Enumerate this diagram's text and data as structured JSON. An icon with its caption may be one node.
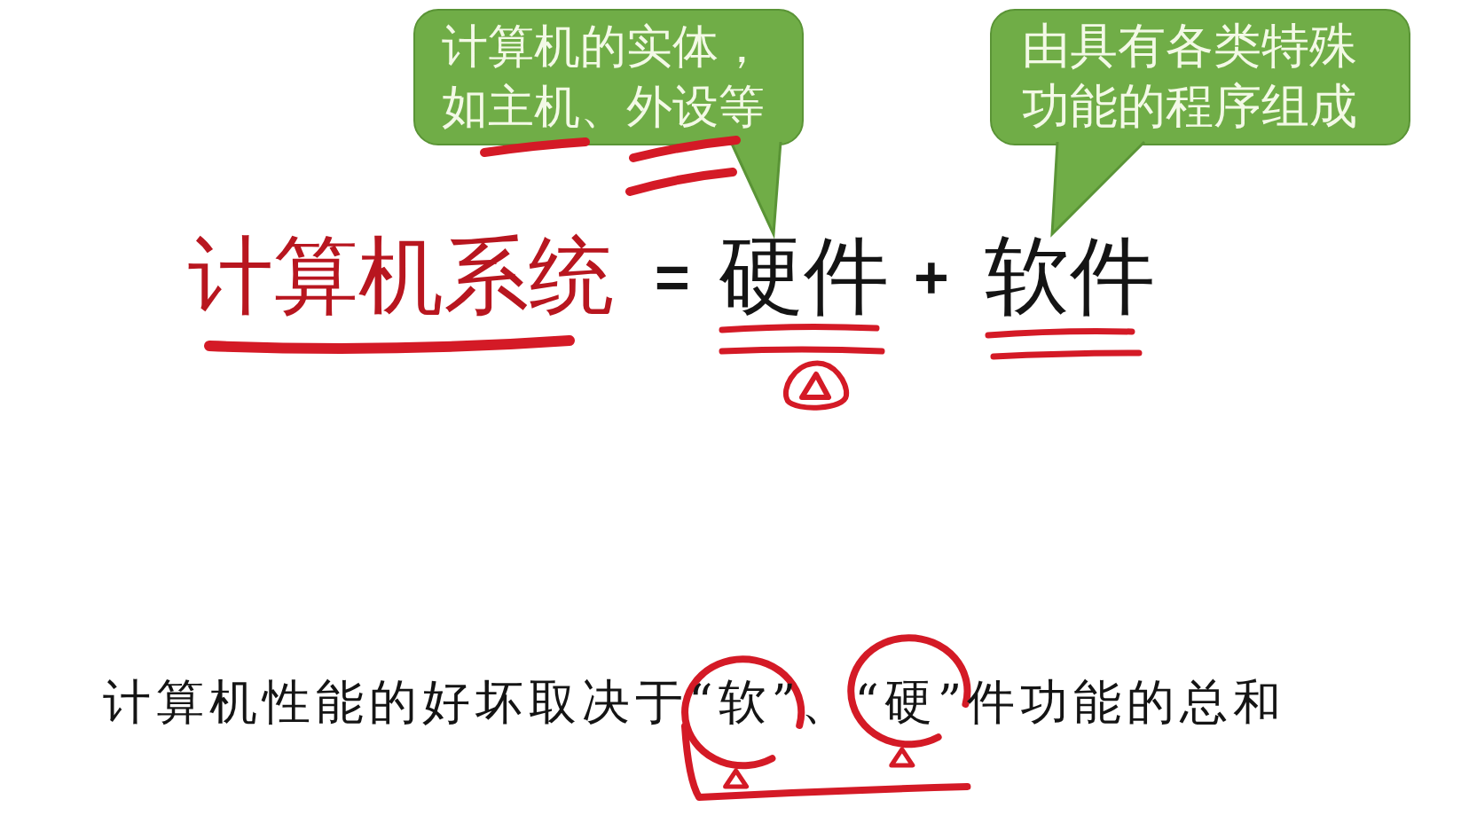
{
  "diagram": {
    "nodes": [
      {
        "text": [
          "计算机的实体，如主机、外设等"
        ]
      },
      {
        "text": [
          "由具有各类特殊功能的程序组成"
        ]
      },
      {
        "text": [
          "硬件"
        ]
      },
      {
        "text": [
          "软件"
        ]
      }
    ],
    "edges": [
      {
        "from": 0,
        "to": 2,
        "arrow": "to"
      },
      {
        "from": 1,
        "to": 3,
        "arrow": "to"
      }
    ],
    "labels": [
      "计算机系统",
      "=",
      "+",
      "计算机性能的好坏取决于“软”、“硬”件功能的总和"
    ]
  }
}
